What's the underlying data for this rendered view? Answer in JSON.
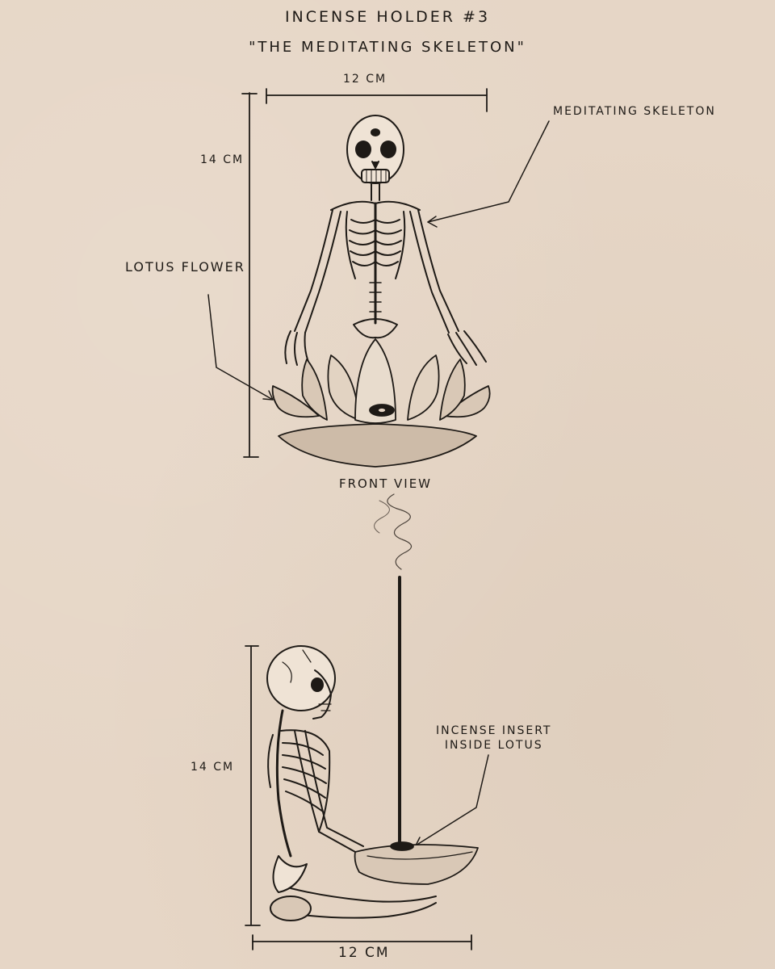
{
  "title": "INCENSE HOLDER #3",
  "subtitle": "\"THE MEDITATING SKELETON\"",
  "front": {
    "width_label": "12 CM",
    "height_label": "14 CM",
    "callout_lotus": "LOTUS FLOWER",
    "callout_skeleton": "MEDITATING SKELETON",
    "view_label": "FRONT VIEW"
  },
  "side": {
    "height_label": "14 CM",
    "width_label": "12 CM",
    "callout_incense_line1": "INCENSE INSERT",
    "callout_incense_line2": "INSIDE LOTUS"
  },
  "colors": {
    "paper": "#e6d6c6",
    "ink": "#1e1a16"
  }
}
